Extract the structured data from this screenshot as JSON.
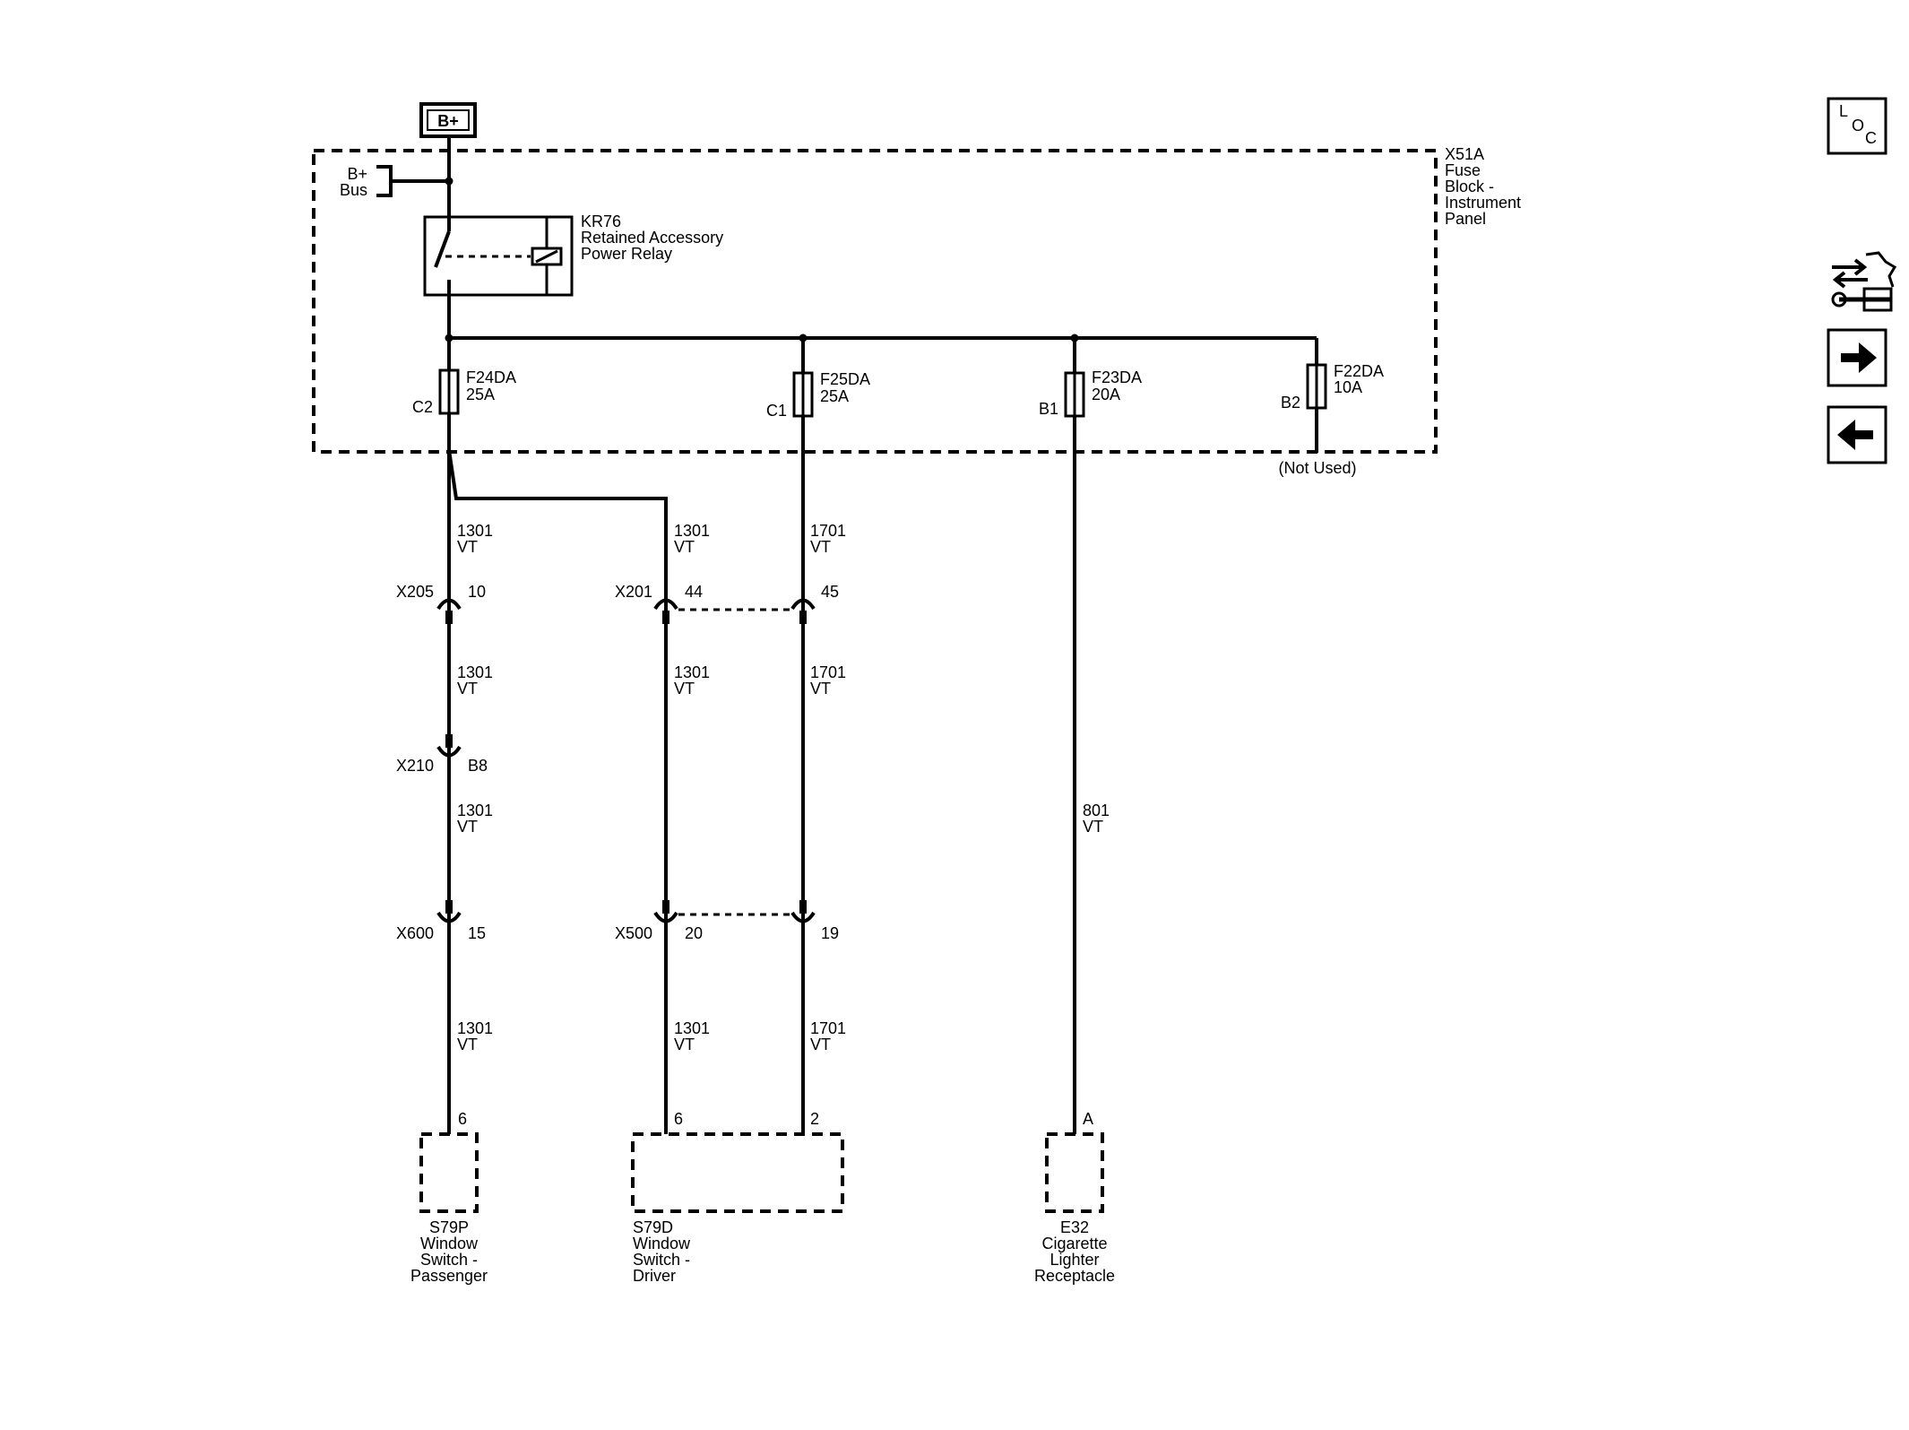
{
  "power_source": {
    "label": "B+"
  },
  "bus": {
    "line1": "B+",
    "line2": "Bus"
  },
  "fuse_block": {
    "name": "X51A",
    "desc": [
      "Fuse",
      "Block -",
      "Instrument",
      "Panel"
    ]
  },
  "relay": {
    "name": "KR76",
    "desc": [
      "Retained Accessory",
      "Power Relay"
    ]
  },
  "fuses": [
    {
      "name": "F24DA",
      "rating": "25A",
      "pin": "C2"
    },
    {
      "name": "F25DA",
      "rating": "25A",
      "pin": "C1"
    },
    {
      "name": "F23DA",
      "rating": "20A",
      "pin": "B1"
    },
    {
      "name": "F22DA",
      "rating": "10A",
      "pin": "B2",
      "note": "(Not Used)"
    }
  ],
  "wires": [
    {
      "circuit": "1301",
      "color": "VT"
    },
    {
      "circuit": "1701",
      "color": "VT"
    },
    {
      "circuit": "801",
      "color": "VT"
    }
  ],
  "connectors": {
    "x205": {
      "name": "X205",
      "pin": "10"
    },
    "x201": {
      "name": "X201",
      "pins": [
        "44",
        "45"
      ]
    },
    "x210": {
      "name": "X210",
      "pin": "B8"
    },
    "x600": {
      "name": "X600",
      "pin": "15"
    },
    "x500": {
      "name": "X500",
      "pins": [
        "20",
        "19"
      ]
    }
  },
  "components": [
    {
      "pin": "6",
      "name": "S79P",
      "desc": [
        "Window",
        "Switch -",
        "Passenger"
      ]
    },
    {
      "pins": [
        "6",
        "2"
      ],
      "name": "S79D",
      "desc": [
        "Window",
        "Switch -",
        "Driver"
      ]
    },
    {
      "pin": "A",
      "name": "E32",
      "desc": [
        "Cigarette",
        "Lighter",
        "Receptacle"
      ]
    }
  ],
  "nav": {
    "loc_letters": [
      "L",
      "O",
      "C"
    ],
    "icons": [
      "schematic-toggle-icon",
      "arrow-right-icon",
      "arrow-left-icon"
    ]
  }
}
